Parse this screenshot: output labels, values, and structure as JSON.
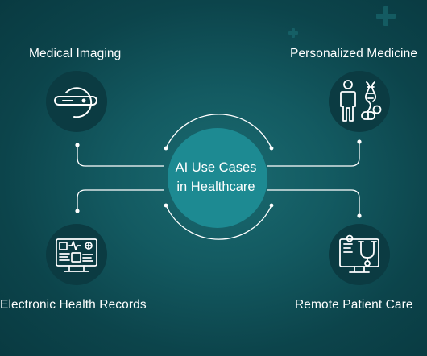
{
  "center": {
    "line1": "AI Use Cases",
    "line2": "in Healthcare"
  },
  "nodes": [
    {
      "label": "Medical Imaging",
      "icon": "medical-imaging-scanner-icon"
    },
    {
      "label": "Personalized Medicine",
      "icon": "person-dna-pills-icon"
    },
    {
      "label": "Electronic Health Records",
      "icon": "health-records-monitor-icon"
    },
    {
      "label": "Remote Patient Care",
      "icon": "remote-care-monitor-stethoscope-icon"
    }
  ],
  "colors": {
    "background": "#135a61",
    "center_fill": "#1d8a92",
    "icon_circle": "#0b3b42",
    "lines": "#ffffff"
  }
}
